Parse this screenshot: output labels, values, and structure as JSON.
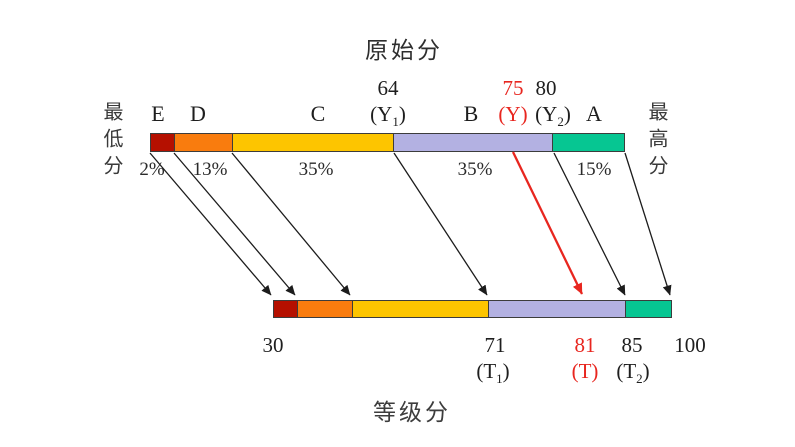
{
  "titles": {
    "top": "原始分",
    "bottom": "等级分"
  },
  "side_labels": {
    "left": "最低分",
    "right": "最高分"
  },
  "colors": {
    "grade_e": "#b51000",
    "grade_d": "#f97c0e",
    "grade_c": "#fdc500",
    "grade_b": "#b3b1e2",
    "grade_a": "#06c692",
    "highlight": "#e8261f",
    "ink": "#1e1e1e"
  },
  "top_bar": {
    "grades": [
      {
        "label": "E",
        "percent": "2%"
      },
      {
        "label": "D",
        "percent": "13%"
      },
      {
        "label": "C",
        "percent": "35%"
      },
      {
        "label": "B",
        "percent": "35%"
      },
      {
        "label": "A",
        "percent": "15%"
      }
    ],
    "markers": [
      {
        "value": "64",
        "pre": "(Y",
        "sub": "1",
        "post": ")"
      },
      {
        "value": "75",
        "pre": "(Y",
        "sub": "",
        "post": ")"
      },
      {
        "value": "80",
        "pre": "(Y",
        "sub": "2",
        "post": ")"
      }
    ]
  },
  "bottom_bar": {
    "endpoints": {
      "min": "30",
      "max": "100"
    },
    "markers": [
      {
        "value": "71",
        "pre": "(T",
        "sub": "1",
        "post": ")"
      },
      {
        "value": "81",
        "pre": "(T",
        "sub": "",
        "post": ")"
      },
      {
        "value": "85",
        "pre": "(T",
        "sub": "2",
        "post": ")"
      }
    ]
  }
}
